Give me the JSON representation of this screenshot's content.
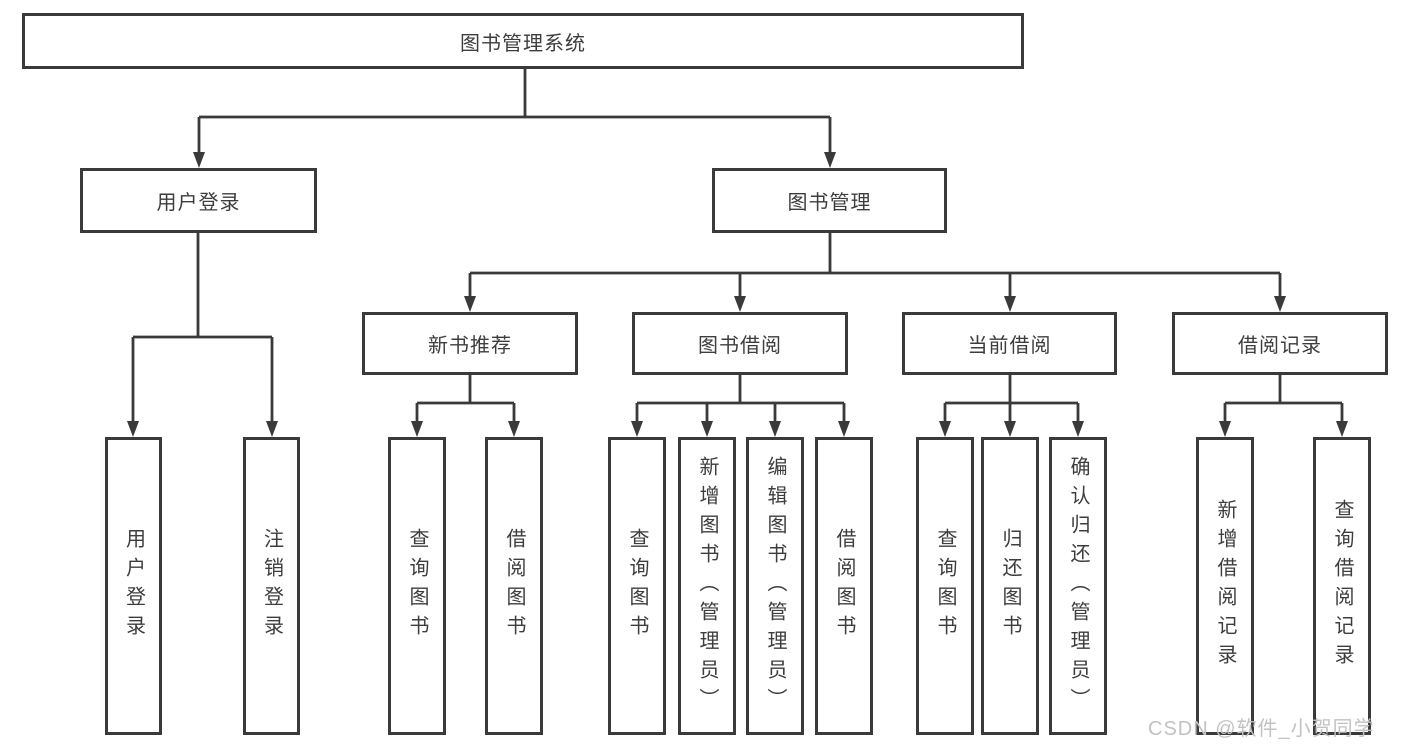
{
  "diagram": {
    "root": {
      "label": "图书管理系统"
    },
    "branches": [
      {
        "label": "用户登录",
        "children": [
          {
            "label": "用户登录"
          },
          {
            "label": "注销登录"
          }
        ]
      },
      {
        "label": "图书管理",
        "children": [
          {
            "label": "新书推荐",
            "children": [
              {
                "label": "查询图书"
              },
              {
                "label": "借阅图书"
              }
            ]
          },
          {
            "label": "图书借阅",
            "children": [
              {
                "label": "查询图书"
              },
              {
                "label": "新增图书（管理员）"
              },
              {
                "label": "编辑图书（管理员）"
              },
              {
                "label": "借阅图书"
              }
            ]
          },
          {
            "label": "当前借阅",
            "children": [
              {
                "label": "查询图书"
              },
              {
                "label": "归还图书"
              },
              {
                "label": "确认归还（管理员）"
              }
            ]
          },
          {
            "label": "借阅记录",
            "children": [
              {
                "label": "新增借阅记录"
              },
              {
                "label": "查询借阅记录"
              }
            ]
          }
        ]
      }
    ]
  },
  "watermark": {
    "text": "CSDN @软件_小贺同学"
  },
  "colors": {
    "line": "#3a3a3a",
    "box_border": "#3a3a3a",
    "box_fill": "#ffffff",
    "text": "#3d3d3d",
    "watermark": "#c2c2c2",
    "background": "#ffffff"
  }
}
